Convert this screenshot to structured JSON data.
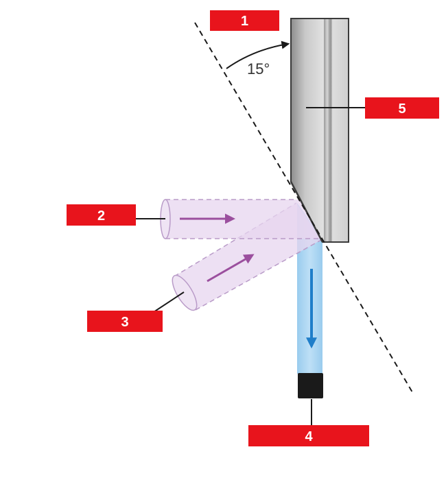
{
  "diagram": {
    "angle_label": "15°",
    "labels": {
      "l1": "1",
      "l2": "2",
      "l3": "3",
      "l4": "4",
      "l5": "5"
    },
    "colors": {
      "label_fill": "#e8141c",
      "label_text": "#ffffff",
      "incident_beam": "#e7d6ef",
      "incident_arrow": "#9b4f9e",
      "reflected_beam": "#a7d3f0",
      "reflected_arrow": "#1f7ec9",
      "detector": "#1a1a1a"
    },
    "icons": [
      "incident-arrow-icon",
      "reflected-arrow-icon",
      "detector-icon"
    ]
  }
}
